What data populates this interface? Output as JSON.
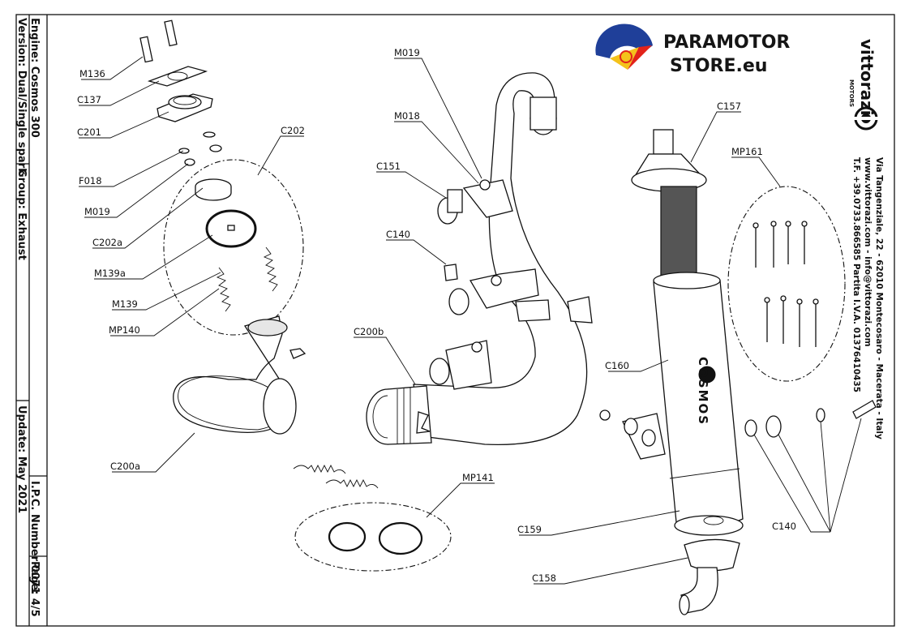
{
  "title_block": {
    "engine": "Engine: Cosmos 300",
    "version": "Version: Dual/Single spark",
    "group": "Group: Exhaust",
    "update": "Update: May 2021",
    "ipc_number": "I.P.C. Number 0071",
    "page": "Page: 4/5"
  },
  "store_logo": {
    "line1": "PARAMOTOR",
    "line2": "STORE.eu",
    "colors": [
      "#1f3f99",
      "#f4c21b",
      "#e2231a"
    ]
  },
  "brand": {
    "name": "vittorazi",
    "sub": "MOTORS"
  },
  "address": {
    "line1": "Via Tangenziale, 22 - 62010 Montecosaro - Macerata - Italy",
    "line2": "www.vittorazi.com - info@vittorazi.com",
    "line3": "T.F. +39.0733.866585 Partita I.V.A. 01376410435"
  },
  "labels": {
    "M136": "M136",
    "C137": "C137",
    "C201": "C201",
    "F018": "F018",
    "M019_left": "M019",
    "C202a": "C202a",
    "M139a": "M139a",
    "M139": "M139",
    "MP140": "MP140",
    "C202": "C202",
    "C200a": "C200a",
    "M019_mid": "M019",
    "M018": "M018",
    "C151": "C151",
    "C140_mid": "C140",
    "C200b": "C200b",
    "MP141": "MP141",
    "C157": "C157",
    "MP161": "MP161",
    "C160": "C160",
    "C140_right": "C140",
    "C159": "C159",
    "C158": "C158"
  },
  "muffler_text": "COSMOS"
}
